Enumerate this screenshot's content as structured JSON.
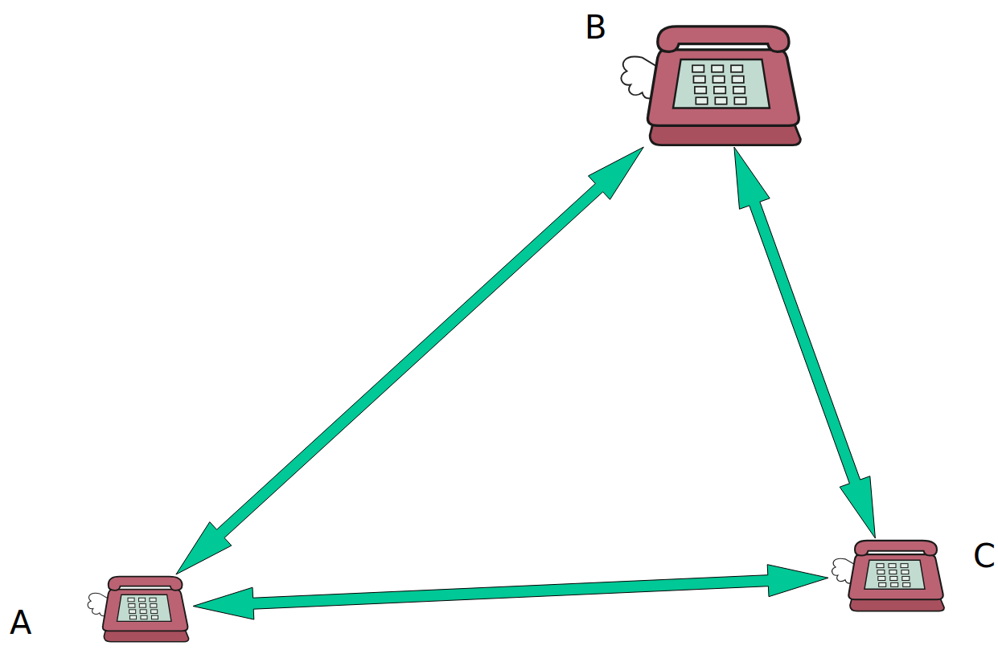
{
  "diagram": {
    "nodes": [
      {
        "text": [
          "A"
        ]
      },
      {
        "text": [
          "B"
        ]
      },
      {
        "text": [
          "C"
        ]
      }
    ],
    "edges": [
      {
        "from": 0,
        "to": 1,
        "arrow": "both"
      },
      {
        "from": 1,
        "to": 2,
        "arrow": "both"
      },
      {
        "from": 0,
        "to": 2,
        "arrow": "both"
      }
    ]
  }
}
